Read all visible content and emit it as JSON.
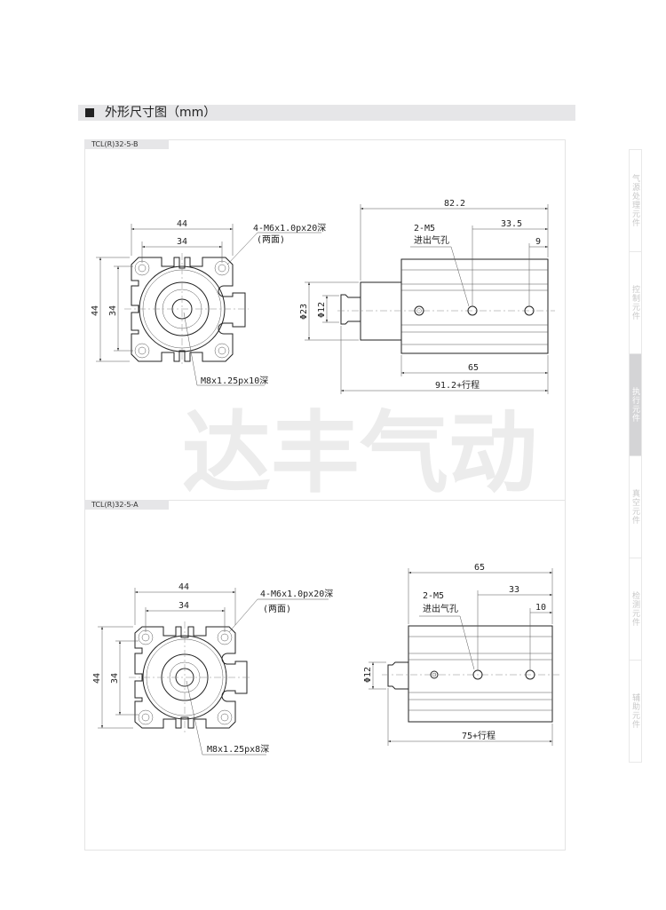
{
  "section_title": "外形尺寸图（mm）",
  "watermark": "达丰气动",
  "side_tabs": [
    "气源处理元件",
    "控制元件",
    "执行元件",
    "真空元件",
    "检测元件",
    "辅助元件"
  ],
  "active_tab": "执行元件",
  "drawing_b": {
    "label": "TCL(R)32-5-B",
    "front": {
      "width": "44",
      "pitch": "34",
      "height": "44",
      "vpitch": "34",
      "thread": "4-M6x1.0px20深",
      "thread_note": "(两面)",
      "rod_thread": "M8x1.25px10深"
    },
    "side": {
      "total": "82.2",
      "port_pitch": "33.5",
      "port_end": "9",
      "port_label": "2-M5",
      "port_desc": "进出气孔",
      "body": "65",
      "overall": "91.2+行程",
      "d_block": "Φ23",
      "d_rod": "Φ12"
    }
  },
  "drawing_a": {
    "label": "TCL(R)32-5-A",
    "front": {
      "width": "44",
      "pitch": "34",
      "height": "44",
      "vpitch": "34",
      "thread": "4-M6x1.0px20深",
      "thread_note": "(两面)",
      "rod_thread": "M8x1.25px8深"
    },
    "side": {
      "total": "65",
      "port_pitch": "33",
      "port_end": "10",
      "port_label": "2-M5",
      "port_desc": "进出气孔",
      "overall": "75+行程",
      "d_rod": "Φ12"
    }
  }
}
